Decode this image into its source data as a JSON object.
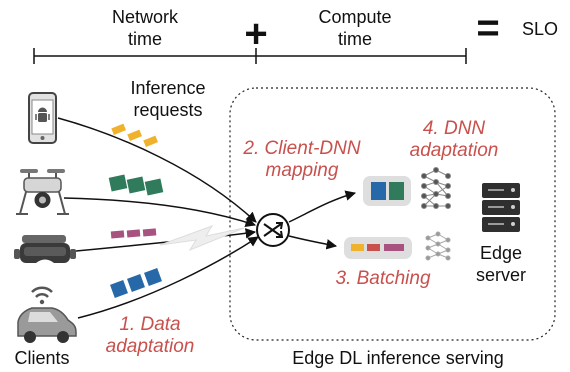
{
  "timeline": {
    "network_label": [
      "Network",
      "time"
    ],
    "plus_symbol": "+",
    "compute_label": [
      "Compute",
      "time"
    ],
    "equals_symbol": "=",
    "slo_label": "SLO"
  },
  "labels": {
    "inference_requests": [
      "Inference",
      "requests"
    ],
    "clients": "Clients",
    "edge_server": [
      "Edge",
      "server"
    ],
    "edge_serving": "Edge DL inference serving"
  },
  "steps": {
    "data_adaptation": [
      "1. Data",
      "adaptation"
    ],
    "client_dnn_mapping": [
      "2. Client-DNN",
      "mapping"
    ],
    "batching": "3. Batching",
    "dnn_adaptation": [
      "4. DNN",
      "adaptation"
    ]
  },
  "colors": {
    "step_text": "#c8504d",
    "phone_requests": "#f0b22c",
    "drone_requests": "#2f7b5c",
    "headset_requests": "#a8527f",
    "car_requests": "#2769a8",
    "background": "#ffffff",
    "ink": "#111111"
  },
  "icons": [
    "smartphone-icon",
    "android-icon",
    "drone-icon",
    "vr-headset-icon",
    "car-icon",
    "wifi-icon",
    "router-icon",
    "neural-network-icon",
    "server-icon"
  ]
}
